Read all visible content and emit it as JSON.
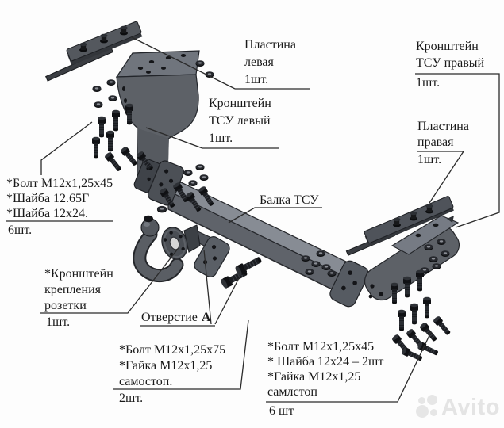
{
  "labels": {
    "plate_left": {
      "lines": [
        "Пластина",
        "левая",
        "1шт."
      ]
    },
    "bracket_left": {
      "lines": [
        "Кронштейн",
        "ТСУ левый",
        "1шт."
      ]
    },
    "bracket_right": {
      "lines": [
        "Кронштейн",
        "ТСУ правый"
      ],
      "qty": "1шт."
    },
    "plate_right": {
      "lines": [
        "Пластина",
        "правая"
      ],
      "qty": "1шт."
    },
    "beam": {
      "lines": [
        "Балка ТСУ"
      ]
    },
    "bolts_left": {
      "lines": [
        "*Болт М12х1,25х45",
        "*Шайба 12.65Г",
        "*Шайба 12х24."
      ],
      "qty": "6шт."
    },
    "socket_bracket": {
      "lines": [
        "*Кронштейн",
        "крепления",
        "розетки"
      ],
      "qty": "1шт."
    },
    "hole_a": {
      "label": "Отверстие",
      "letter": "А"
    },
    "bolts_center": {
      "lines": [
        "*Болт М12х1,25х75",
        "*Гайка М12х1,25",
        "самостоп."
      ],
      "qty": "2шт."
    },
    "bolts_right": {
      "lines": [
        "*Болт М12х1,25х45",
        "* Шайба 12х24 – 2шт",
        "*Гайка М12х1,25",
        "самлстоп"
      ],
      "qty": "6 шт"
    }
  },
  "watermark": {
    "text": "Avito"
  },
  "colors": {
    "background": "#fdfdfd",
    "metal_mid": "#5d6167",
    "metal_light": "#878c94",
    "metal_dark": "#3f4248",
    "hardware": "#17181a",
    "leader_line": "#2b2b2b",
    "text": "#191919",
    "watermark": "#e0e0e0"
  }
}
